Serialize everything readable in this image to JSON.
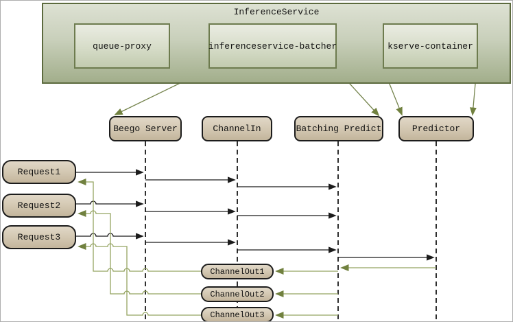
{
  "top_panel": {
    "title": "InferenceService",
    "nodes": [
      {
        "label": "queue-proxy"
      },
      {
        "label": "inferenceservice-batcher"
      },
      {
        "label": "kserve-container"
      }
    ]
  },
  "lifelines": [
    {
      "label": "Beego Server"
    },
    {
      "label": "ChannelIn"
    },
    {
      "label": "Batching Predict"
    },
    {
      "label": "Predictor"
    }
  ],
  "requests": [
    {
      "label": "Request1"
    },
    {
      "label": "Request2"
    },
    {
      "label": "Request3"
    }
  ],
  "channel_outs": [
    {
      "label": "ChannelOut1"
    },
    {
      "label": "ChannelOut2"
    },
    {
      "label": "ChannelOut3"
    }
  ],
  "colors": {
    "panel_border": "#5c6a3e",
    "panel_fill_top": "#dde1d3",
    "panel_fill_bottom": "#a2ae8b",
    "node_border": "#6d7b4e",
    "node_fill_top": "#eaece2",
    "node_fill_bottom": "#c2cbaf",
    "tan_box_fill_top": "#e1d8c7",
    "tan_box_fill_bottom": "#c3b59c",
    "tan_box_border": "#1c1c1c",
    "request_arrow": "#1b1b1b",
    "return_arrow": "#94a361",
    "return_arrowhead": "#71813f",
    "connector_arrow": "#74834c",
    "top_flow_arrow": "#5e6e41",
    "lifeline": "#2f2f2f"
  }
}
